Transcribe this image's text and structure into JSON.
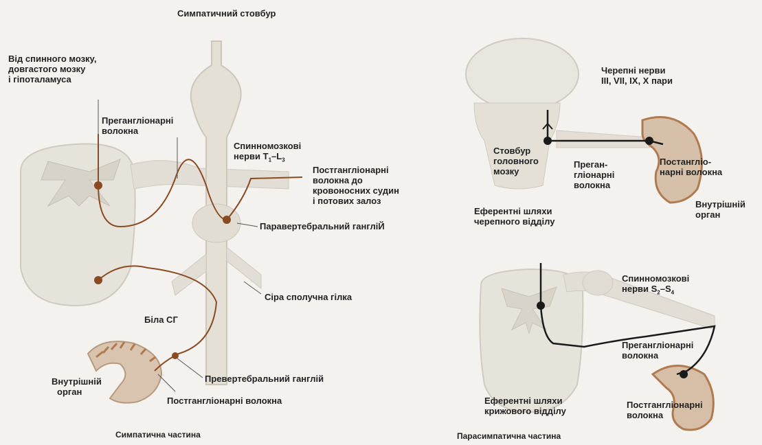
{
  "sympathetic": {
    "trunk": "Симпатичний стовбур",
    "from_brain": [
      "Від спинного мозку,",
      "довгастого мозку",
      "і гіпоталамуса"
    ],
    "pregang": [
      "Прегангліонарні",
      "волокна"
    ],
    "spinal_nerves": "Спинномозкові",
    "spinal_nerves_2_prefix": "нерви T",
    "spinal_nerves_sub1": "1",
    "spinal_nerves_dash": "–L",
    "spinal_nerves_sub2": "3",
    "postgang_vessels": [
      "Постгангліонарні",
      "волокна до",
      "кровоносних судин",
      "і потових залоз"
    ],
    "paravertebral": "Паравертебральний гангліЙ",
    "gray_ramus": "Сіра сполучна гілка",
    "white_ramus": "Біла СГ",
    "organ": [
      "Внутрішній",
      "орган"
    ],
    "prevertebral": "Превертебральний ганглій",
    "postgang": "Постгангліонарні волокна",
    "caption": "Симпатична частина"
  },
  "cranial": {
    "nerves": [
      "Черепні нерви",
      "III, VII, IX, X пари"
    ],
    "brainstem": [
      "Стовбур",
      "головного",
      "мозку"
    ],
    "pregang": [
      "Преган-",
      "гліонарні",
      "волокна"
    ],
    "postgang": [
      "Постангліо-",
      "нарні волокна"
    ],
    "organ": [
      "Внутрішній",
      "орган"
    ],
    "efferent": [
      "Еферентні шляхи",
      "черепного відділу"
    ]
  },
  "sacral": {
    "spinal_nerves": "Спинномозкові",
    "spinal_nerves_2_prefix": "нерви S",
    "spinal_nerves_sub1": "2",
    "spinal_nerves_dash": "–S",
    "spinal_nerves_sub2": "4",
    "pregang": [
      "Прегангліонарні",
      "волокна"
    ],
    "efferent": [
      "Еферентні шляхи",
      "крижового відділу"
    ],
    "postgang": [
      "Постгангліонарні",
      "волокна"
    ],
    "caption": "Парасимпатична частина"
  },
  "colors": {
    "sympathetic_fiber": "#8a4a22",
    "parasympathetic_fiber": "#1a1a1a",
    "tissue": "#e4e0d6",
    "organ": "#b07a4e"
  }
}
